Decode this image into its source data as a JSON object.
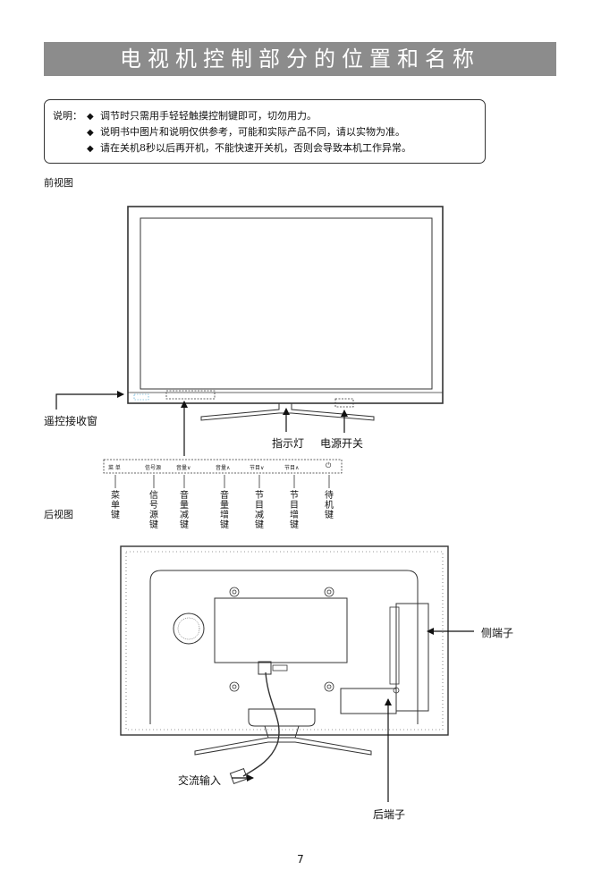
{
  "title": "电视机控制部分的位置和名称",
  "note": {
    "label": "说明：",
    "bullet": "◆",
    "items": [
      "调节时只需用手轻轻触摸控制键即可，切勿用力。",
      "说明书中图片和说明仅供参考，可能和实际产品不同，请以实物为准。",
      "请在关机8秒以后再开机，不能快速开关机，否则会导致本机工作异常。"
    ]
  },
  "front_view": {
    "heading": "前视图",
    "remote_receiver": "遥控接收窗",
    "indicator": "指示灯",
    "power_switch": "电源开关"
  },
  "keys": [
    {
      "strip": "菜 单",
      "label": "菜单键"
    },
    {
      "strip": "信号源",
      "label": "信号源键"
    },
    {
      "strip": "音量∨",
      "label": "音量减键"
    },
    {
      "strip": "音量∧",
      "label": "音量增键"
    },
    {
      "strip": "节目∨",
      "label": "节目减键"
    },
    {
      "strip": "节目∧",
      "label": "节目增键"
    },
    {
      "strip": "⏻",
      "label": "待机键"
    }
  ],
  "back_view": {
    "heading": "后视图",
    "side_terminal": "侧端子",
    "ac_input": "交流输入",
    "rear_terminal": "后端子"
  },
  "page_number": "7"
}
